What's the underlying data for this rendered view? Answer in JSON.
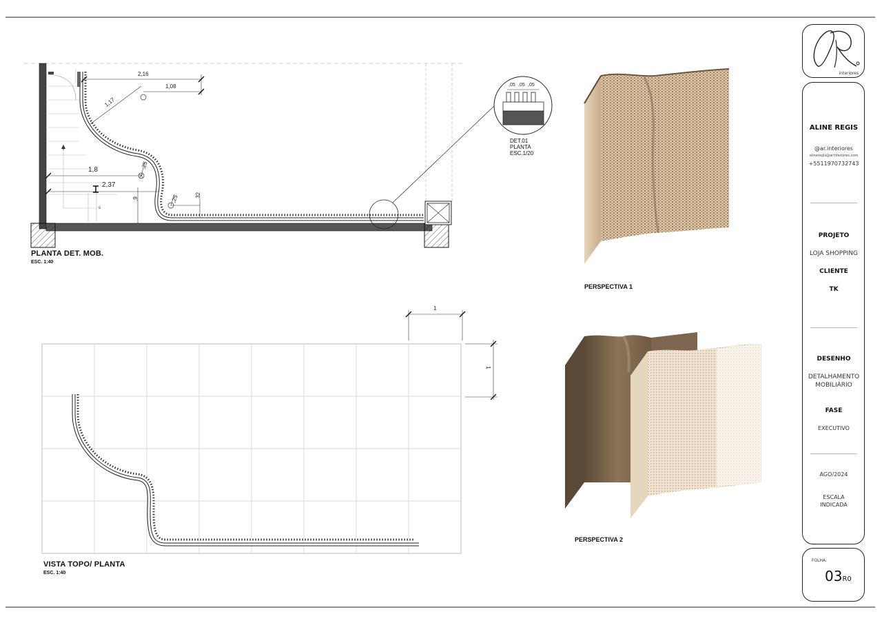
{
  "plan": {
    "title": "PLANTA DET. MOB.",
    "scale": "ESC. 1:40",
    "dims": [
      "2,16",
      "1,08",
      "1,17",
      "1,8",
      "2,37",
      ",25",
      ",9",
      ",25",
      ",32",
      "s"
    ]
  },
  "detail": {
    "dims": [
      ",05",
      ",05",
      ",05"
    ],
    "line1": "DET.01",
    "line2": "PLANTA",
    "line3": "ESC.1/20"
  },
  "top_view": {
    "title": "VISTA TOPO/ PLANTA",
    "scale": "ESC. 1:40",
    "dim_h": "1",
    "dim_v": "1"
  },
  "perspectives": {
    "p1": "PERSPECTIVA 1",
    "p2": "PERSPECTIVA 2"
  },
  "title_block": {
    "logo_sub": "interiores",
    "name": "ALINE REGIS",
    "handle": "@ar.interiores",
    "email": "alineregis@arinteriores.com",
    "phone": "+5511970732743",
    "projeto_label": "PROJETO",
    "projeto_value": "LOJA SHOPPING",
    "cliente_label": "CLIENTE",
    "cliente_value": "TK",
    "desenho_label": "DESENHO",
    "desenho_line1": "DETALHAMENTO",
    "desenho_line2": "MOBILIÁRIO",
    "fase_label": "FASE",
    "fase_value": "EXECUTIVO",
    "date": "AGO/2024",
    "escala_line1": "ESCALA",
    "escala_line2": "INDICADA",
    "folha_label": "FOLHA:",
    "folha_number": "03",
    "folha_rev": "R0"
  },
  "colors": {
    "wood_light": "#d9c3a3",
    "wood_mid": "#b99e7c",
    "wood_dark": "#6b5843",
    "wood_panel": "#8a7258"
  }
}
